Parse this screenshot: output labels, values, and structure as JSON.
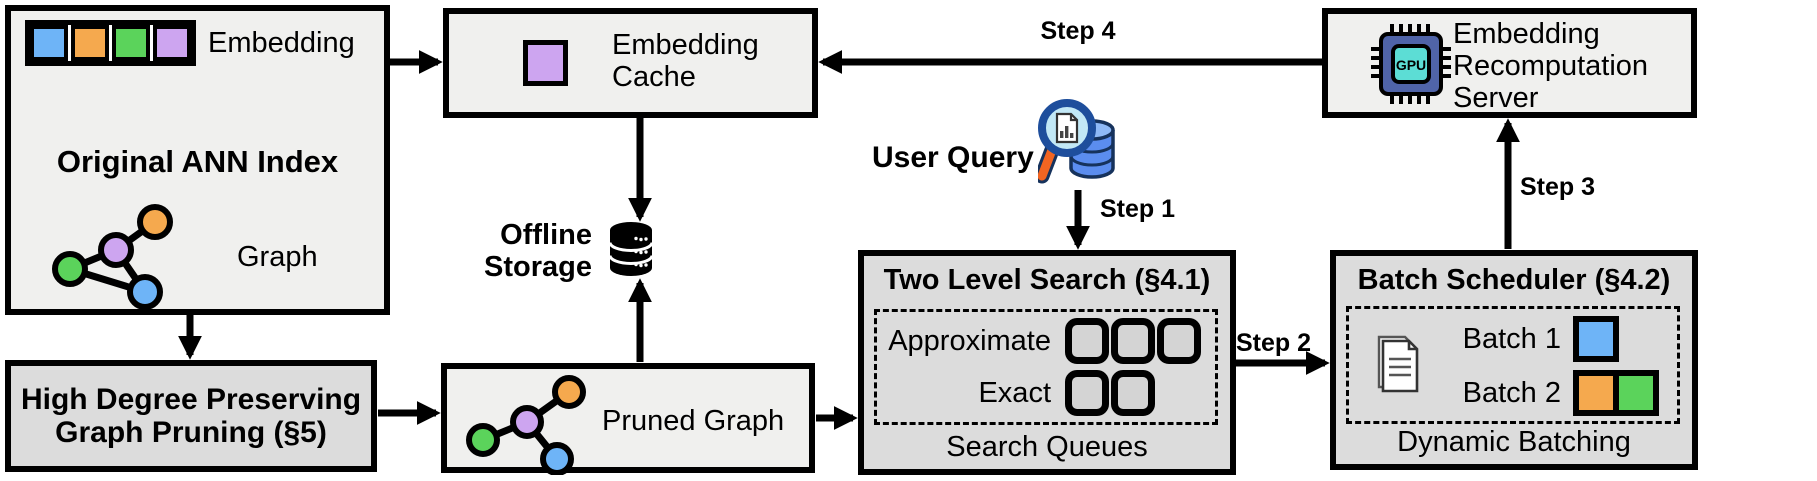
{
  "palette": {
    "blue": "#6EB4F7",
    "orange": "#F5A94E",
    "green": "#5BD35B",
    "purple": "#CDA5F0",
    "box_light": "#F0F0EE",
    "box_dark": "#DCDCDC",
    "queue_fill": "#D4D4D4",
    "chip_body": "#5064A8",
    "chip_screen": "#5CDDD5",
    "magnifier_rim": "#1E4E9C",
    "magnifier_lens": "#C2E8F6",
    "magnifier_handle": "#F26522",
    "db_blue": "#5B8DEF",
    "db_blue_top": "#8FB9F6",
    "db_outline": "#16325C"
  },
  "boxes": {
    "original_index": {
      "title": "Original ANN Index",
      "embedding_label": "Embedding",
      "graph_label": "Graph",
      "embedding_cells": [
        "blue",
        "orange",
        "green",
        "purple"
      ]
    },
    "embedding_cache": {
      "label": "Embedding\nCache"
    },
    "offline_storage": {
      "label": "Offline\nStorage"
    },
    "user_query": {
      "label": "User Query"
    },
    "two_level_search": {
      "title": "Two Level Search (§4.1)",
      "rows": [
        {
          "label": "Approximate",
          "slots": 3
        },
        {
          "label": "Exact",
          "slots": 2
        }
      ],
      "footer": "Search Queues"
    },
    "batch_scheduler": {
      "title": "Batch Scheduler (§4.2)",
      "batches": [
        {
          "label": "Batch 1",
          "colors": [
            "blue"
          ]
        },
        {
          "label": "Batch 2",
          "colors": [
            "orange",
            "green"
          ]
        }
      ],
      "footer": "Dynamic Batching"
    },
    "recompute_server": {
      "label": "Embedding\nRecomputation\nServer",
      "chip_label": "GPU"
    },
    "graph_pruning": {
      "label": "High Degree Preserving\nGraph Pruning (§5)"
    },
    "pruned_graph": {
      "label": "Pruned Graph"
    }
  },
  "steps": {
    "s1": "Step 1",
    "s2": "Step 2",
    "s3": "Step 3",
    "s4": "Step 4"
  }
}
